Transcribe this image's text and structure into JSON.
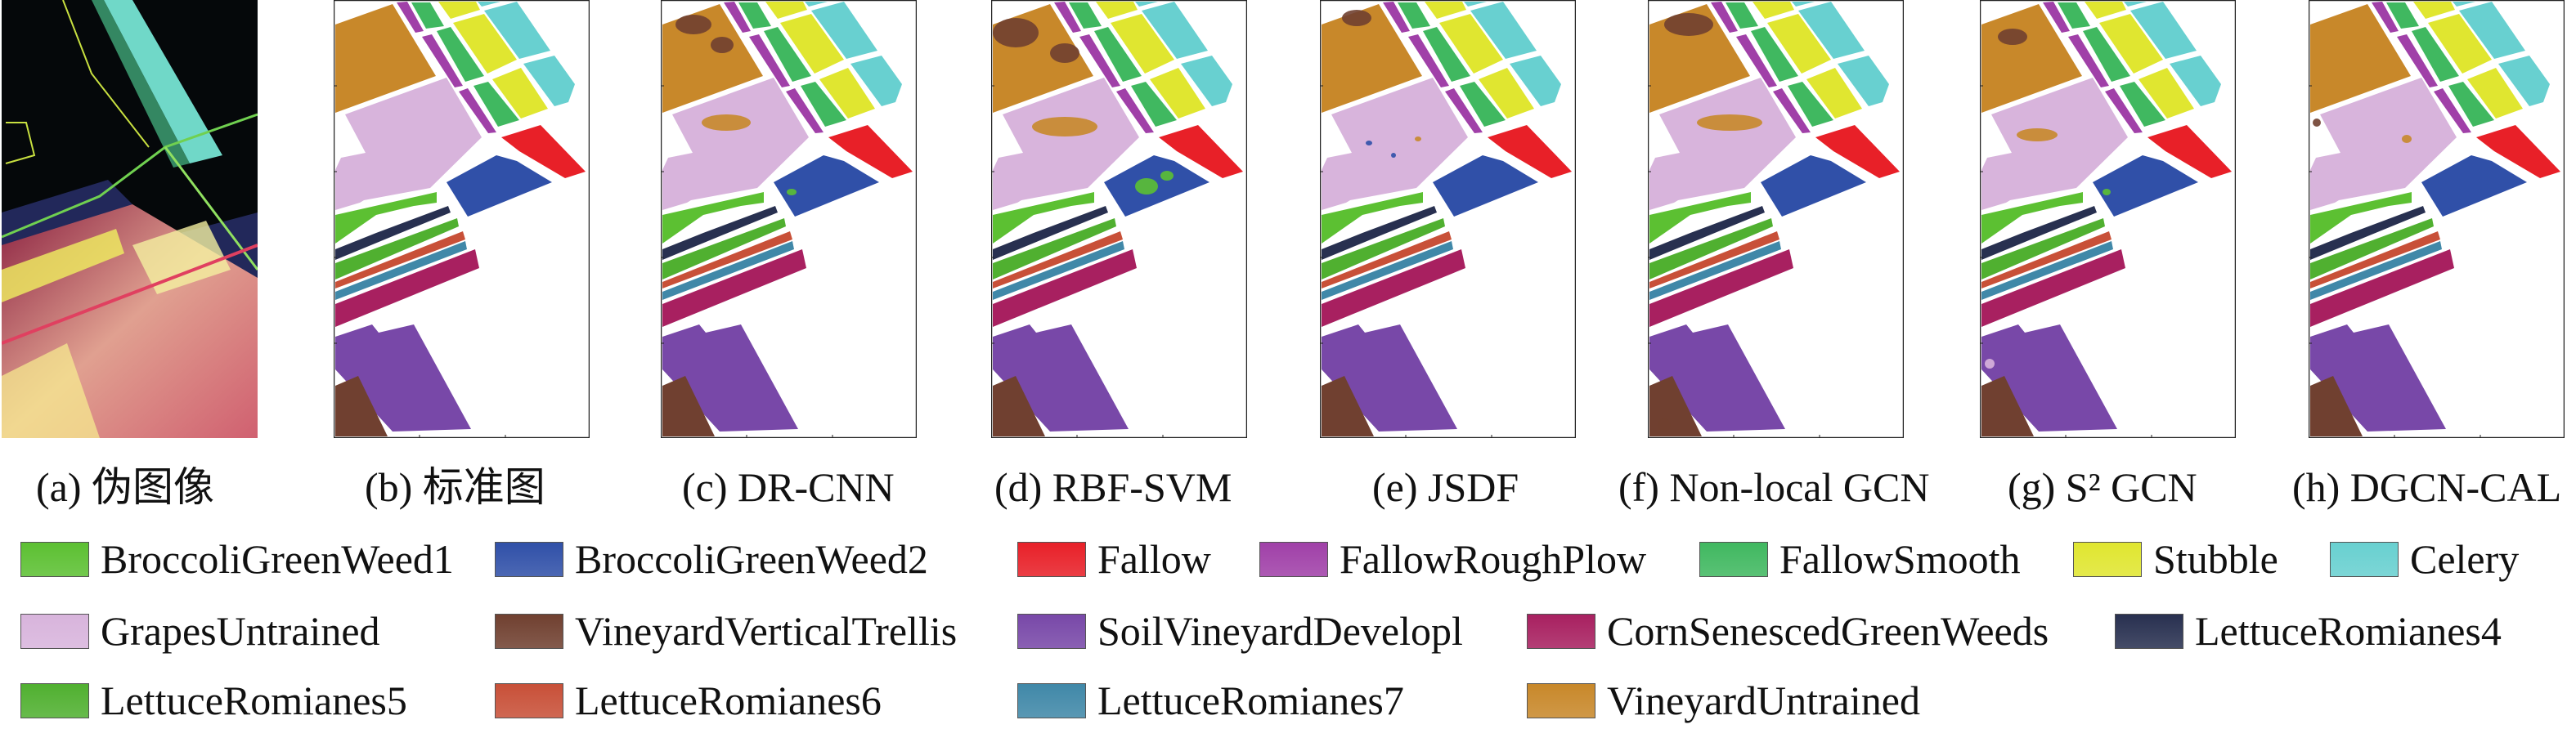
{
  "captions": [
    "(a) 伪图像",
    "(b) 标准图",
    "(c) DR-CNN",
    "(d) RBF-SVM",
    "(e) JSDF",
    "(f) Non-local GCN",
    "(g) S² GCN",
    "(h) DGCN-CAL"
  ],
  "legend": [
    {
      "label": "BroccoliGreenWeed1",
      "color": "#5cc032"
    },
    {
      "label": "BroccoliGreenWeed2",
      "color": "#3050a8"
    },
    {
      "label": "Fallow",
      "color": "#e82028"
    },
    {
      "label": "FallowRoughPlow",
      "color": "#a040a8"
    },
    {
      "label": "FallowSmooth",
      "color": "#40b860"
    },
    {
      "label": "Stubble",
      "color": "#e0e630"
    },
    {
      "label": "Celery",
      "color": "#68d0d0"
    },
    {
      "label": "GrapesUntrained",
      "color": "#d8b4dc"
    },
    {
      "label": "VineyardVerticalTrellis",
      "color": "#704030"
    },
    {
      "label": "SoilVineyardDevelopl",
      "color": "#7848a8"
    },
    {
      "label": "CornSenescedGreenWeeds",
      "color": "#a82060"
    },
    {
      "label": "LettuceRomianes4",
      "color": "#283050"
    },
    {
      "label": "LettuceRomianes5",
      "color": "#50b030"
    },
    {
      "label": "LettuceRomianes6",
      "color": "#c85038"
    },
    {
      "label": "LettuceRomianes7",
      "color": "#4088a8"
    },
    {
      "label": "VineyardUntrained",
      "color": "#c8882a"
    }
  ]
}
